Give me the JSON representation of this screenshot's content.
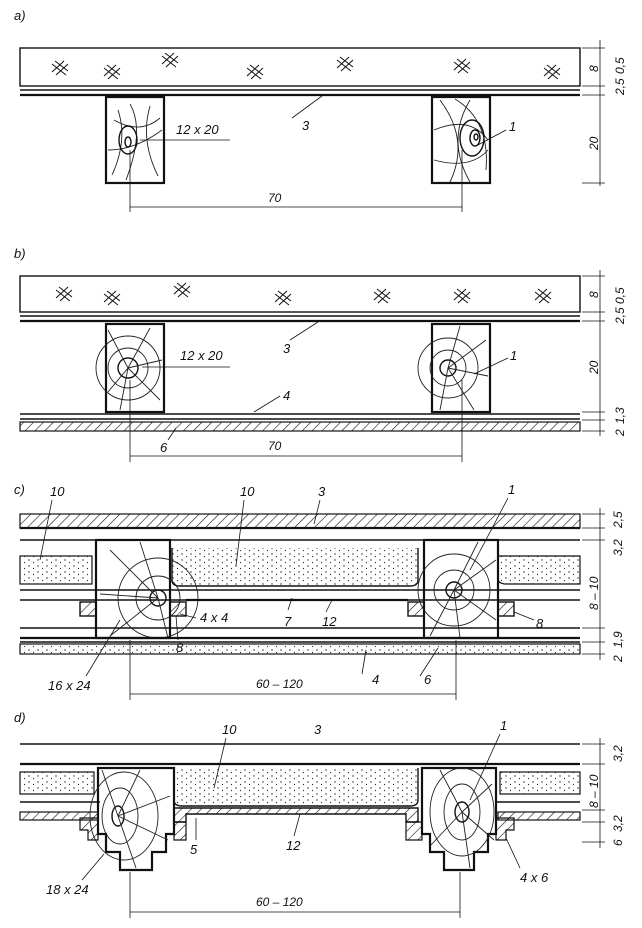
{
  "panels": [
    {
      "id": "a",
      "letter": "a)",
      "labels": {
        "beam_size": "12 x 20",
        "board": "3",
        "beam": "1",
        "spacing": "70"
      },
      "dims": [
        "8",
        "2,5",
        "0,5",
        "20"
      ]
    },
    {
      "id": "b",
      "letter": "b)",
      "labels": {
        "beam_size": "12 x 20",
        "board": "3",
        "beam": "1",
        "ceiling": "4",
        "plaster": "6",
        "spacing": "70"
      },
      "dims": [
        "8",
        "2,5",
        "0,5",
        "20",
        "2",
        "1,3"
      ]
    },
    {
      "id": "c",
      "letter": "c)",
      "labels": {
        "fill_left": "10",
        "fill_mid": "10",
        "board": "3",
        "beam": "1",
        "batten_size": "4 x 4",
        "boards": "7",
        "lath": "12",
        "batten_right": "8",
        "batten_left": "8",
        "beam_size": "16 x 24",
        "spacing": "60 – 120",
        "ceiling": "4",
        "plaster": "6"
      },
      "dims": [
        "2,5",
        "3,2",
        "8 – 10",
        "2",
        "1,9"
      ]
    },
    {
      "id": "d",
      "letter": "d)",
      "labels": {
        "fill": "10",
        "board": "3",
        "beam": "1",
        "strip": "5",
        "lath": "12",
        "beam_size": "18 x 24",
        "batten_size": "4 x 6",
        "spacing": "60 – 120"
      },
      "dims": [
        "3,2",
        "8 – 10",
        "3,2",
        "6"
      ]
    }
  ]
}
